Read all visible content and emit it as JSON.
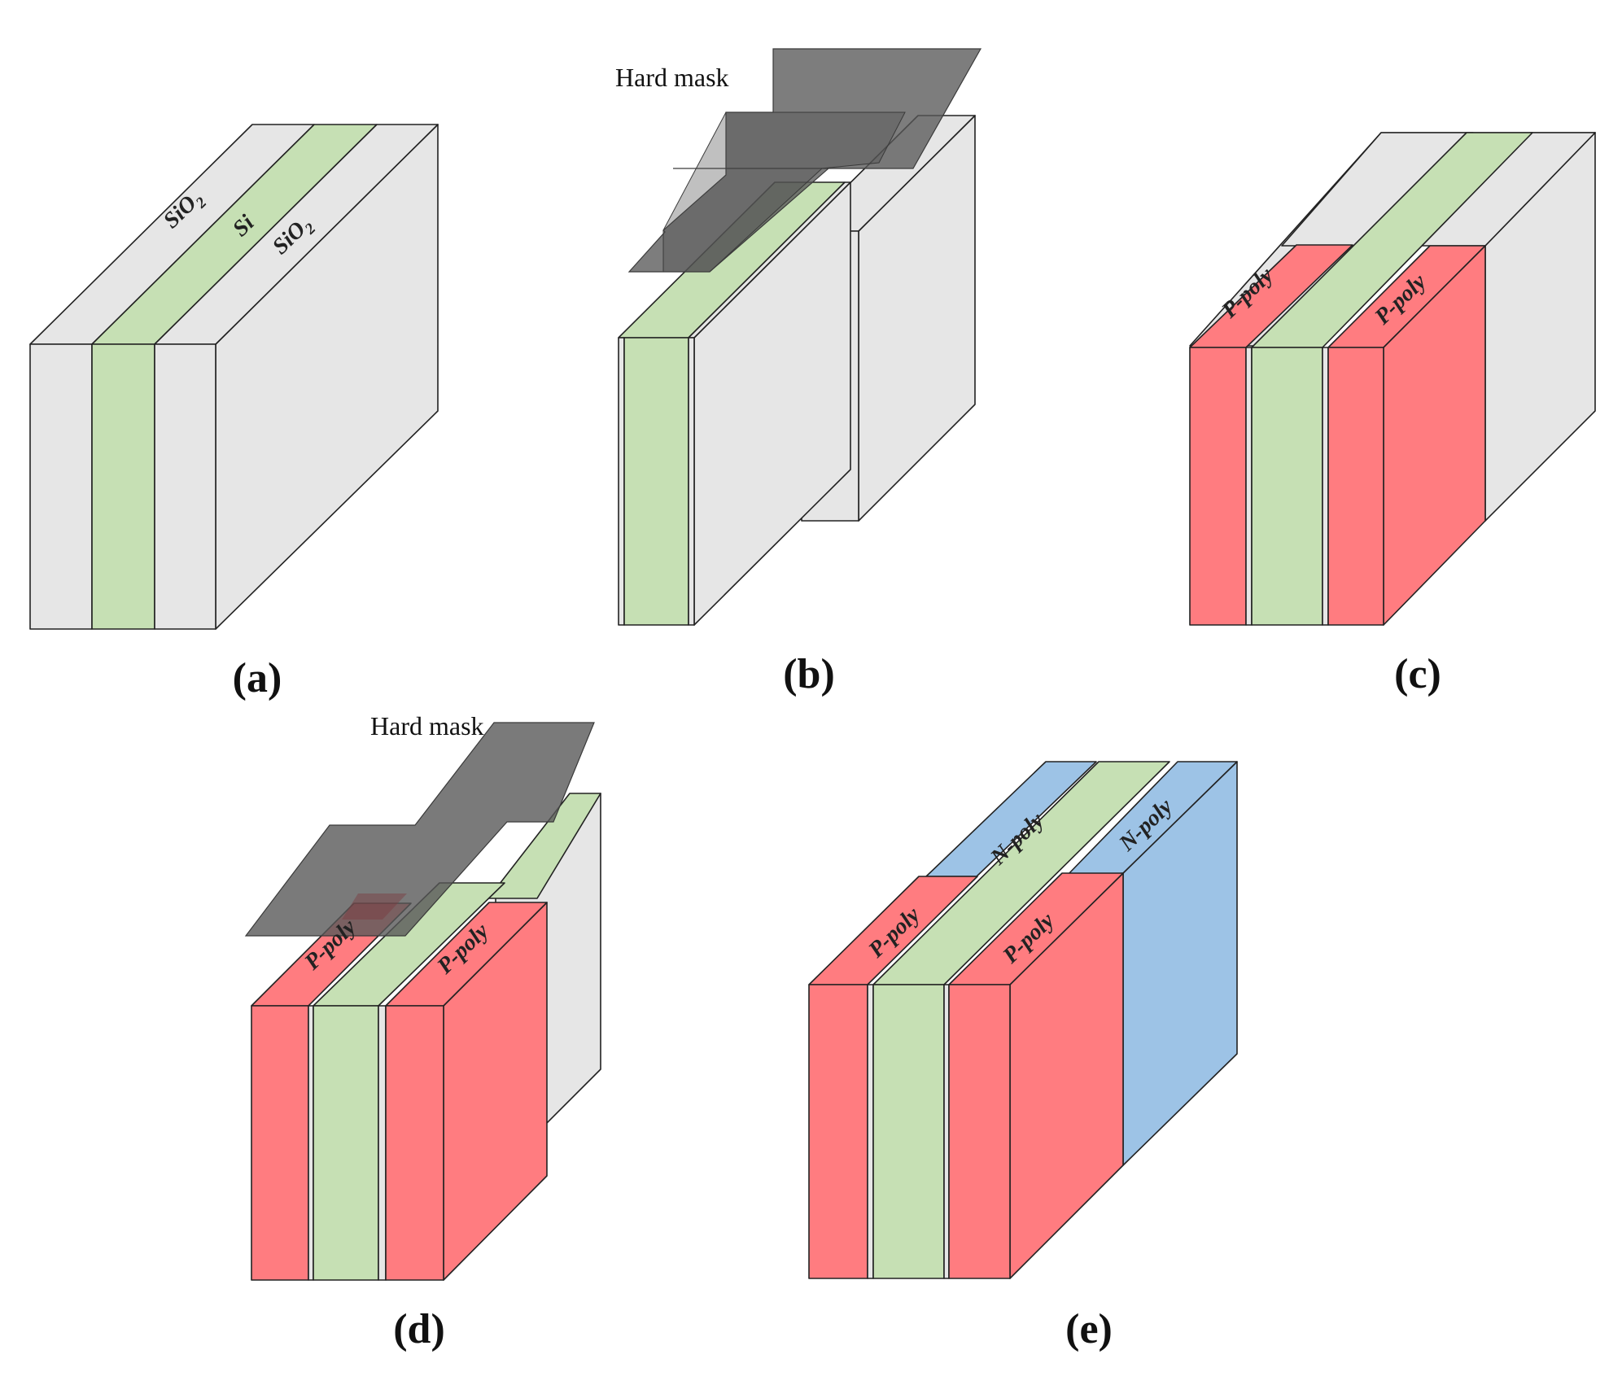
{
  "colors": {
    "oxide": "#e6e6e6",
    "silicon": "#c6e0b4",
    "p_poly": "#ff7c80",
    "n_poly": "#9dc3e6",
    "hard_mask": "#595959"
  },
  "panels": {
    "a": {
      "label": "(a)",
      "regions": {
        "oxide_left": "SiO",
        "silicon": "Si",
        "oxide_right": "SiO",
        "subscript": "2"
      }
    },
    "b": {
      "label": "(b)",
      "mask_label": "Hard mask"
    },
    "c": {
      "label": "(c)",
      "regions": {
        "p_left": "P-poly",
        "p_right": "P-poly"
      }
    },
    "d": {
      "label": "(d)",
      "mask_label": "Hard mask",
      "regions": {
        "p_left": "P-poly",
        "p_right": "P-poly"
      }
    },
    "e": {
      "label": "(e)",
      "regions": {
        "n_left": "N-poly",
        "n_right": "N-poly",
        "p_left": "P-poly",
        "p_right": "P-poly"
      }
    }
  }
}
